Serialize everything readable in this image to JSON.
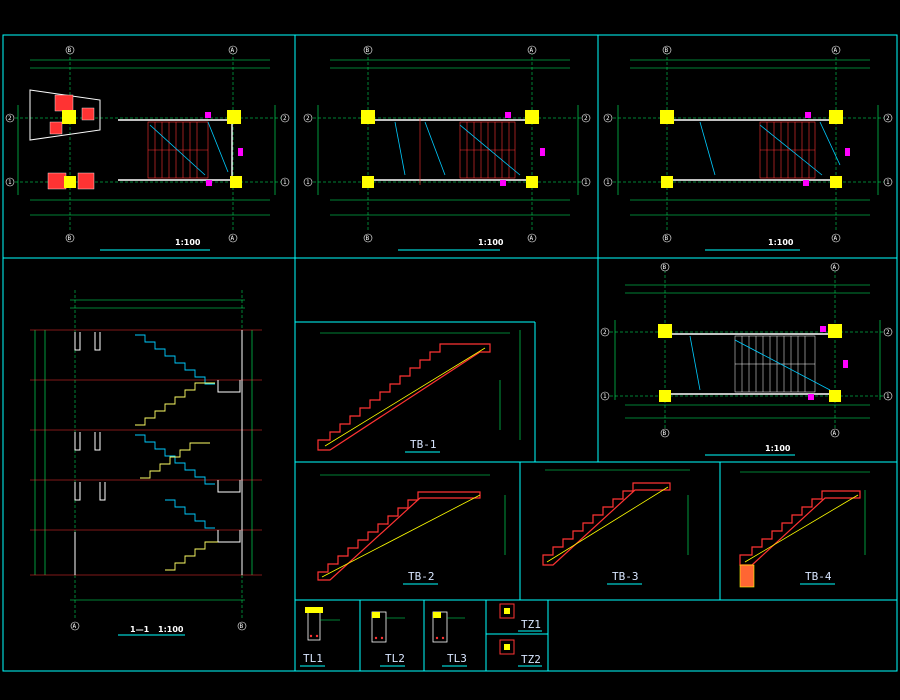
{
  "colors": {
    "background": "#000000",
    "frame": "#00ffff",
    "dimension": "#00ff66",
    "column": "#ffff00",
    "wall": "#ffffff",
    "stair": "#ff3333",
    "label": "#ffffff",
    "magenta": "#ff00ff",
    "cyan": "#00ccff"
  },
  "drawings": {
    "tb1": "TB-1",
    "tb2": "TB-2",
    "tb3": "TB-3",
    "tb4": "TB-4",
    "tl1": "TL1",
    "tl2": "TL2",
    "tl3": "TL3",
    "tz1": "TZ1",
    "tz2": "TZ2"
  },
  "axes": {
    "a": "A",
    "b": "B",
    "one": "1",
    "two": "2"
  },
  "scales": {
    "plan_1_100": "1:100",
    "section_1_100": "1:100"
  },
  "section": {
    "label": "1—1",
    "scale": "1:100"
  }
}
